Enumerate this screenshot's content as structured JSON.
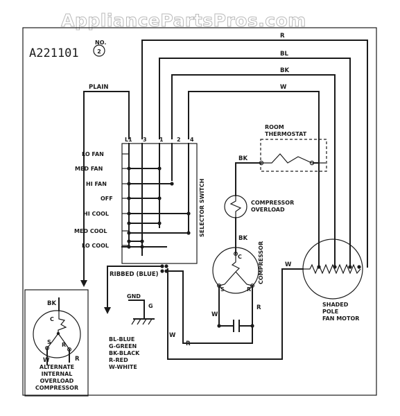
{
  "watermark": "AppliancePartsPros.com",
  "diagram_id": "A221101",
  "revision": "2",
  "revision_prefix": "NO.",
  "wires": {
    "r": "R",
    "bl": "BL",
    "bk": "BK",
    "w": "W",
    "plain": "PLAIN",
    "ribbed": "RIBBED (BLUE)",
    "bk_thermostat": "BK",
    "bk_compressor": "BK",
    "w_fan": "W",
    "w_cap": "W",
    "r_cap": "R",
    "w_bottom": "W",
    "r_bottom": "R",
    "bk_alt": "BK",
    "w_alt": "W",
    "r_alt": "R"
  },
  "terminals": [
    "L1",
    "3",
    "1",
    "2",
    "4"
  ],
  "switch_positions": [
    "LO FAN",
    "MED FAN",
    "HI FAN",
    "OFF",
    "HI COOL",
    "MED COOL",
    "LO COOL"
  ],
  "selector_switch": "SELECTOR SWITCH",
  "room_thermostat": [
    "ROOM",
    "THERMOSTAT"
  ],
  "compressor_overload": [
    "COMPRESSOR",
    "OVERLOAD"
  ],
  "compressor": "COMPRESSOR",
  "compressor_terminals": {
    "c": "C",
    "s": "S",
    "r": "R"
  },
  "alt_terminals": {
    "c": "C",
    "s": "S",
    "r": "R"
  },
  "fan_motor": [
    "SHADED",
    "POLE",
    "FAN MOTOR"
  ],
  "ground": {
    "gnd": "GND",
    "g": "G"
  },
  "legend": [
    "BL-BLUE",
    "G-GREEN",
    "BK-BLACK",
    "R-RED",
    "W-WHITE"
  ],
  "alt_caption": [
    "ALTERNATE",
    "INTERNAL",
    "OVERLOAD",
    "COMPRESSOR"
  ]
}
